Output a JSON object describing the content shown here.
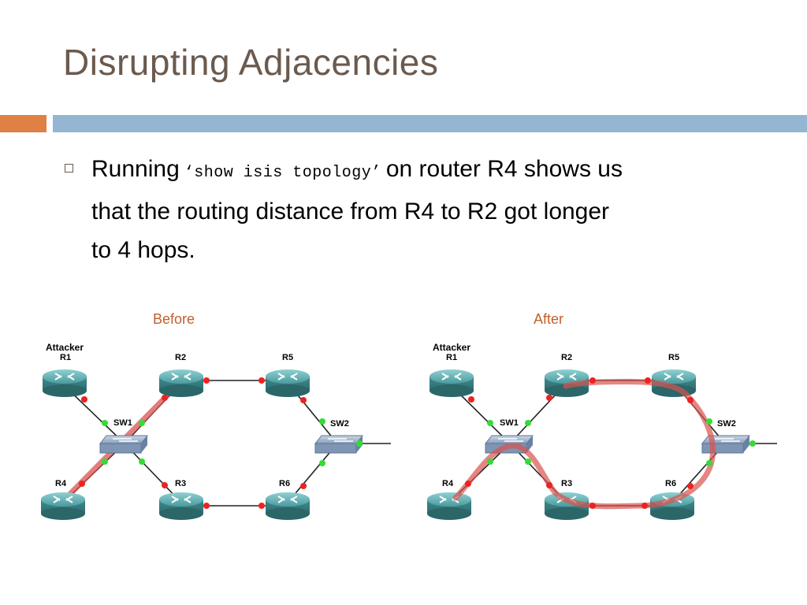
{
  "slide": {
    "title": "Disrupting Adjacencies",
    "bullet": {
      "prefix": "Running",
      "command": "‘show isis topology’",
      "suffix_line1": "on router R4 shows us",
      "line2": "that the routing distance from R4 to R2 got longer",
      "line3": "to 4 hops."
    }
  },
  "diagrams": {
    "before": {
      "label": "Before",
      "attacker_label": "Attacker",
      "nodes": {
        "r1": "R1",
        "r2": "R2",
        "r3": "R3",
        "r4": "R4",
        "r5": "R5",
        "r6": "R6",
        "sw1": "SW1",
        "sw2": "SW2"
      }
    },
    "after": {
      "label": "After",
      "attacker_label": "Attacker",
      "nodes": {
        "r1": "R1",
        "r2": "R2",
        "r3": "R3",
        "r4": "R4",
        "r5": "R5",
        "r6": "R6",
        "sw1": "SW1",
        "sw2": "SW2"
      }
    }
  },
  "colors": {
    "title": "#6b5a4e",
    "accent_orange": "#df8145",
    "accent_blue": "#94b6d2",
    "path_highlight": "#d9534f",
    "link_up": "#33dd33",
    "link_down": "#ee2222",
    "router": "#4a9a9e"
  }
}
